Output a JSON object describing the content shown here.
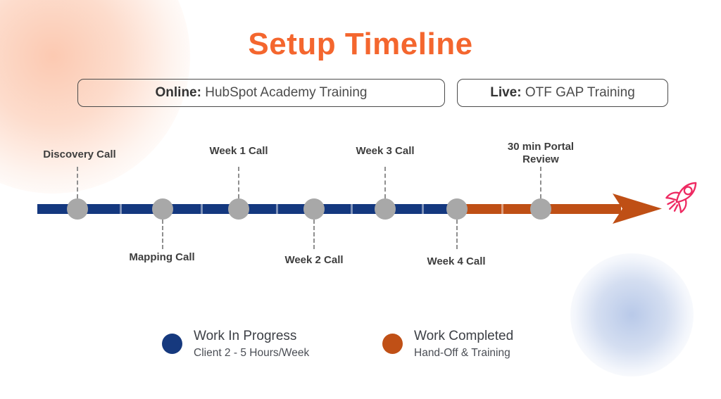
{
  "title": "Setup Timeline",
  "phase_boxes": [
    {
      "prefix": "Online:",
      "label": " HubSpot Academy Training"
    },
    {
      "prefix": "Live:",
      "label": " OTF GAP Training"
    }
  ],
  "timeline": {
    "milestones": [
      {
        "label": "Discovery Call"
      },
      {
        "label": "Mapping Call"
      },
      {
        "label": "Week 1 Call"
      },
      {
        "label": "Week 2 Call"
      },
      {
        "label": "Week 3 Call"
      },
      {
        "label": "Week 4 Call"
      },
      {
        "label": "30 min Portal Review"
      }
    ],
    "segments": [
      {
        "name": "work-in-progress",
        "color": "#14387f"
      },
      {
        "name": "work-completed",
        "color": "#bf4f15"
      }
    ]
  },
  "legend": [
    {
      "title": "Work In Progress",
      "subtitle": "Client 2 - 5 Hours/Week",
      "color": "#16397e"
    },
    {
      "title": "Work Completed",
      "subtitle": "Hand-Off & Training",
      "color": "#c05016"
    }
  ],
  "colors": {
    "title": "#f4662e",
    "timeline_blue": "#14387f",
    "timeline_orange": "#bf4f15",
    "milestone_dot": "#a8a8a8",
    "rocket_pink": "#ee2a62"
  }
}
